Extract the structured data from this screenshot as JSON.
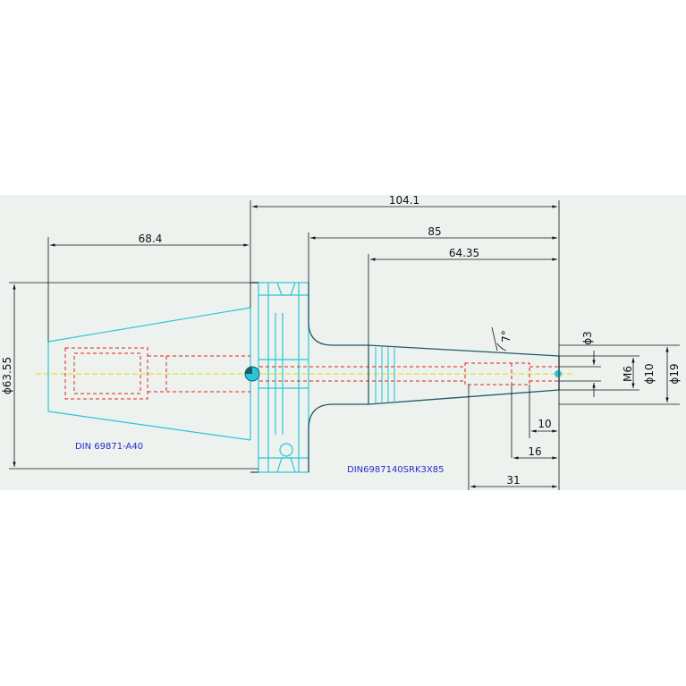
{
  "drawing": {
    "colors": {
      "background": "#eef2ee",
      "outline_cyan": "#29c6d9",
      "outline_teal": "#1f5a66",
      "hidden_red": "#e02020",
      "centerline_yellow": "#e6d800",
      "dimension_black": "#111111",
      "note_blue": "#2a2acc"
    },
    "dimensions": {
      "overall_length": "104.1",
      "length_85": "85",
      "length_64_35": "64.35",
      "taper_length": "68.4",
      "flange_diameter": "ϕ63.55",
      "bore_diameter": "ϕ3",
      "thread": "M6",
      "diameter_10": "ϕ10",
      "diameter_19": "ϕ19",
      "taper_angle": "7°",
      "depth_10": "10",
      "depth_16": "16",
      "depth_31": "31"
    },
    "notes": {
      "left_standard": "DIN 69871-A40",
      "right_part": "DIN6987140SRK3X85"
    }
  }
}
